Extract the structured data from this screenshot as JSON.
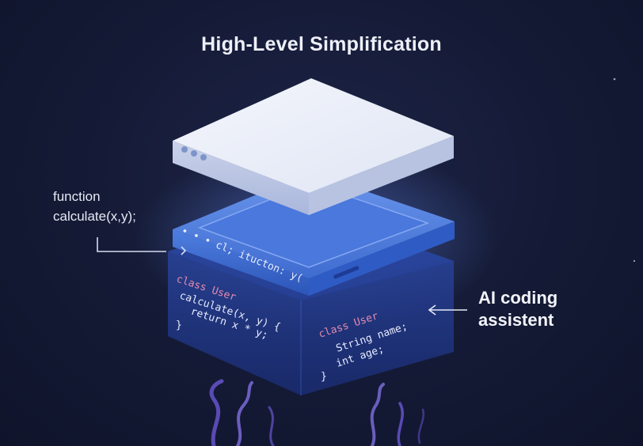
{
  "title": "High-Level Simplification",
  "left_label": {
    "line1": "function",
    "line2": "calculate(x,y);"
  },
  "right_label": {
    "line1": "AI coding",
    "line2": "assistent"
  },
  "middle_code": "• • • cl; itucton: y(",
  "bottom_left_code": [
    "class User",
    "calculate(x, y) {",
    "return x * y;",
    "}"
  ],
  "bottom_right_code": [
    "class User",
    "String name;",
    "int age;",
    "}"
  ],
  "layers": [
    "top-abstract-layer",
    "middle-code-layer",
    "bottom-reflection-layer"
  ],
  "colors": {
    "background": "#141a35",
    "top_layer": "#e8ecf7",
    "middle_layer": "#3d6fd0",
    "bottom_layer": "#1f3a8a",
    "keyword": "#e58bb0",
    "code_text": "#e8ecff"
  }
}
